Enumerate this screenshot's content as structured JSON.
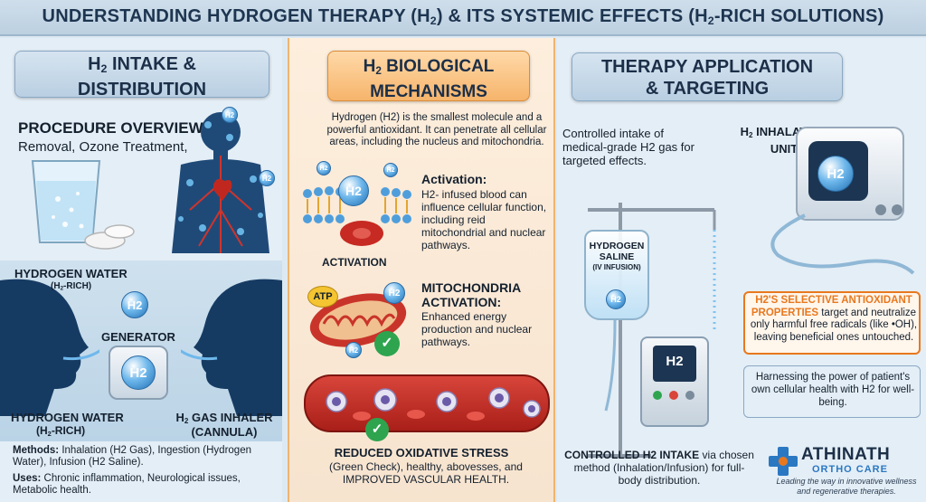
{
  "header": {
    "title_a": "UNDERSTANDING HYDROGEN THERAPY (H",
    "title_sub1": "2",
    "title_b": ") & ITS SYSTEMIC EFFECTS (H",
    "title_sub2": "2",
    "title_c": "-RICH SOLUTIONS)"
  },
  "left": {
    "heading_a": "H",
    "heading_sub": "2",
    "heading_b": " INTAKE &",
    "heading_line2": "DISTRIBUTION",
    "procedure_title": "PROCEDURE OVERVIEW:",
    "procedure_text": "Removal, Ozone Treatment,",
    "hw_top": "HYDROGEN WATER",
    "hw_top_sub_a": "(H",
    "hw_top_sub_sub": "2",
    "hw_top_sub_b": "-RICH)",
    "generator": "GENERATOR",
    "hw_bottom": "HYDROGEN WATER",
    "hw_bottom_sub_a": "(H",
    "hw_bottom_sub_sub": "2",
    "hw_bottom_sub_b": "-RICH)",
    "inhaler_a": "H",
    "inhaler_sub": "2",
    "inhaler_b": " GAS INHALER",
    "inhaler_line2": "(CANNULA)",
    "methods_label": "Methods:",
    "methods_text": "Inhalation (H2 Gas), Ingestion (Hydrogen Water), Infusion (H2 Saline).",
    "uses_label": "Uses:",
    "uses_text": "Chronic inflammation, Neurological issues, Metabolic health."
  },
  "middle": {
    "heading_a": "H",
    "heading_sub": "2",
    "heading_b": " BIOLOGICAL",
    "heading_line2": "MECHANISMS",
    "intro": "Hydrogen (H2) is the smallest molecule and a powerful antioxidant. It can penetrate all cellular areas, including the nucleus and mitochondria.",
    "activation_label": "ACTIVATION",
    "activation_title": "Activation:",
    "activation_text": "H2- infused blood can influence cellular function, including reid mitochondrial and nuclear pathways.",
    "atp": "ATP",
    "mito_title_1": "MITOCHONDRIA",
    "mito_title_2": "ACTIVATION:",
    "mito_text": "Enhanced energy production and nuclear pathways.",
    "stress_title": "REDUCED OXIDATIVE STRESS",
    "stress_text": "(Green Check), healthy, abovesses, and IMPROVED VASCULAR HEALTH."
  },
  "right": {
    "heading_line1": "THERAPY APPLICATION",
    "heading_line2": "& TARGETING",
    "intro": "Controlled intake of medical-grade H2 gas for targeted effects.",
    "unit_a": "H",
    "unit_sub": "2",
    "unit_b": " INHALATION",
    "unit_line2": "UNIT",
    "bag_line1": "HYDROGEN",
    "bag_line2": "SALINE",
    "bag_line3": "(IV INFUSION)",
    "h2": "H2",
    "selective_title": "H2'S SELECTIVE ANTIOXIDANT PROPERTIES",
    "selective_text": "target and neutralize only harmful free radicals (like •OH), leaving beneficial ones untouched.",
    "harness_text": "Harnessing the power of patient's own cellular health with H2 for well-being.",
    "controlled_title": "CONTROLLED H2 INTAKE",
    "controlled_text": "via chosen method (Inhalation/Infusion) for full-body distribution.",
    "brand_1": "ATHINATH",
    "brand_2": "ORTHO CARE",
    "tagline": "Leading the way in innovative wellness and regenerative therapies."
  },
  "colors": {
    "accent_orange": "#e8781e",
    "navy": "#1c2f48",
    "blue": "#2a78c2"
  }
}
